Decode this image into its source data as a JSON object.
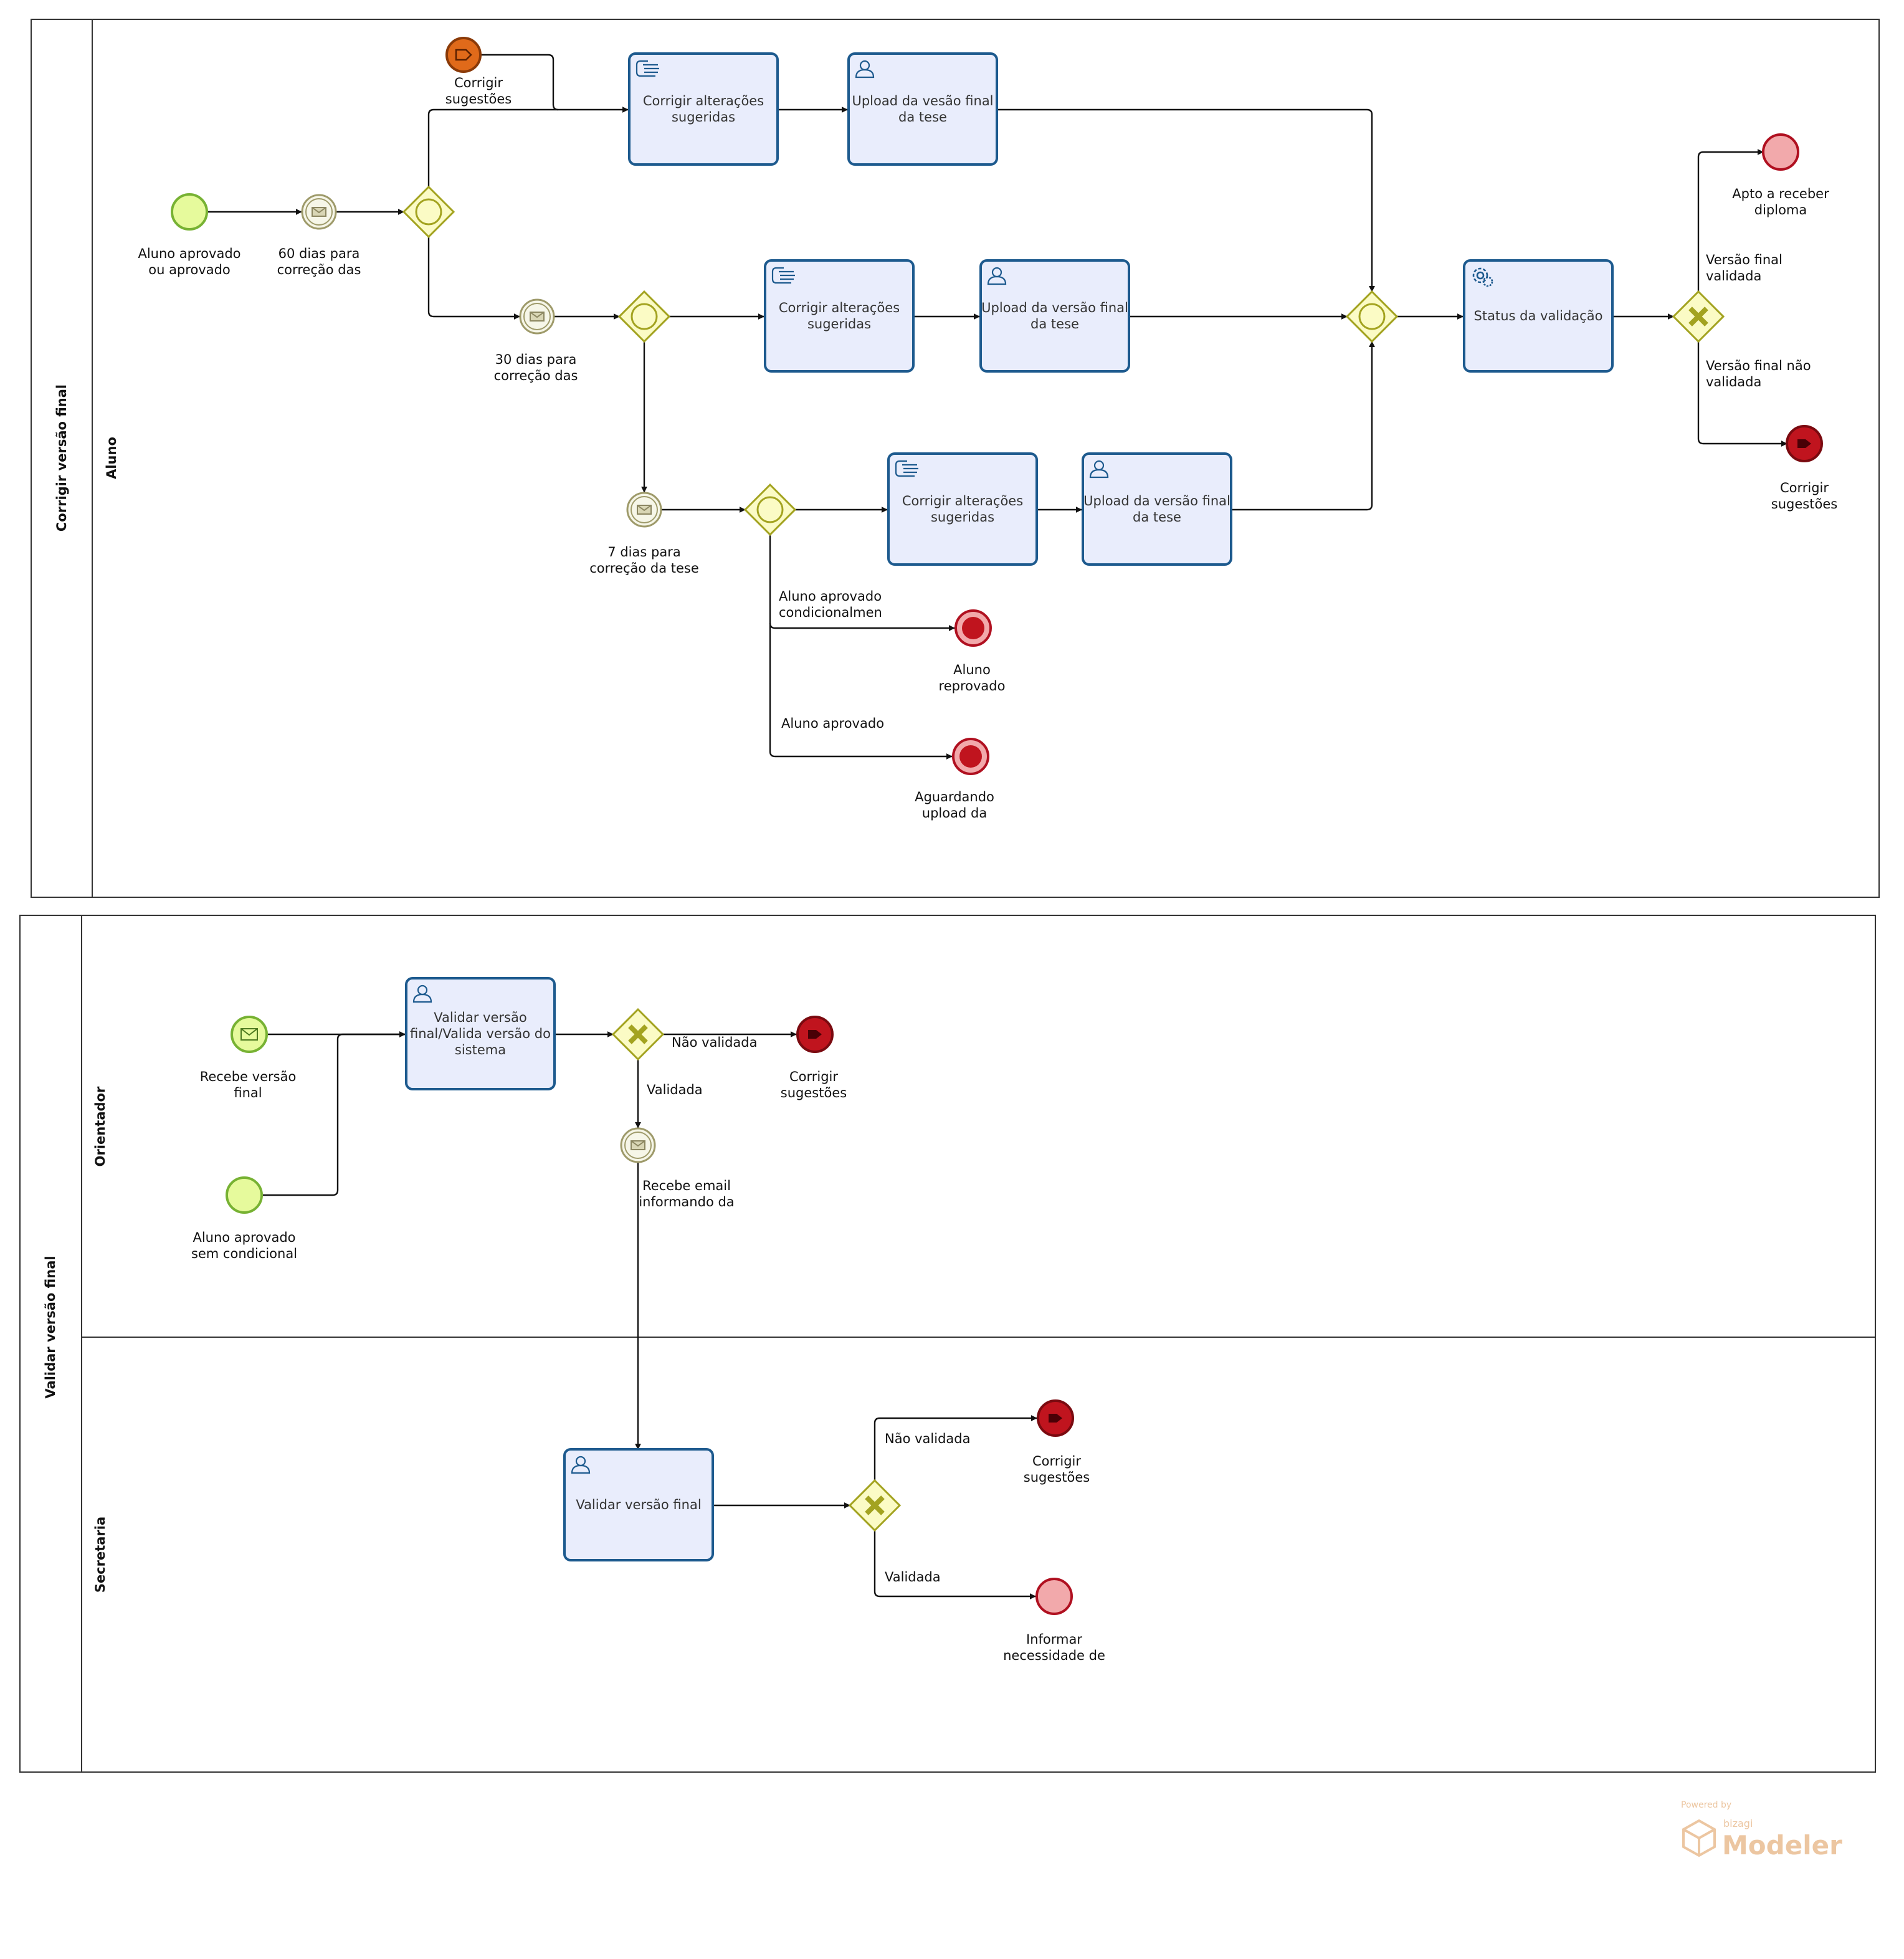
{
  "pools": {
    "corrigir": "Corrigir versão final",
    "validar": "Validar versão final"
  },
  "lanes": {
    "aluno": "Aluno",
    "orientador": "Orientador",
    "secretaria": "Secretaria"
  },
  "tasks": [
    {
      "id": "t1",
      "type": "manual",
      "lines": [
        "Corrigir alterações",
        "sugeridas"
      ]
    },
    {
      "id": "t2",
      "type": "user",
      "lines": [
        "Upload da vesão final",
        "da tese"
      ]
    },
    {
      "id": "t3",
      "type": "manual",
      "lines": [
        "Corrigir alterações",
        "sugeridas"
      ]
    },
    {
      "id": "t4",
      "type": "user",
      "lines": [
        "Upload da versão final",
        "da tese"
      ]
    },
    {
      "id": "t5",
      "type": "manual",
      "lines": [
        "Corrigir alterações",
        "sugeridas"
      ]
    },
    {
      "id": "t6",
      "type": "user",
      "lines": [
        "Upload da versão final",
        "da tese"
      ]
    },
    {
      "id": "t7",
      "type": "service",
      "lines": [
        "Status da validação"
      ]
    },
    {
      "id": "t8",
      "type": "user",
      "lines": [
        "Validar versão",
        "final/Valida versão do",
        "sistema"
      ]
    },
    {
      "id": "t9",
      "type": "user",
      "lines": [
        "Validar versão final"
      ]
    }
  ],
  "events": [
    {
      "id": "e_esc",
      "kind": "escalation-start",
      "lines": [
        "Corrigir",
        "sugestões"
      ]
    },
    {
      "id": "e_start1",
      "kind": "start",
      "lines": [
        "Aluno aprovado",
        "ou aprovado"
      ]
    },
    {
      "id": "e_m60",
      "kind": "message-intermediate",
      "lines": [
        "60 dias para",
        "correção das"
      ]
    },
    {
      "id": "e_m30",
      "kind": "message-intermediate",
      "lines": [
        "30 dias para",
        "correção das"
      ]
    },
    {
      "id": "e_m7",
      "kind": "message-intermediate",
      "lines": [
        "7 dias para",
        "correção da tese"
      ]
    },
    {
      "id": "e_reprov",
      "kind": "terminate-end",
      "lines": [
        "Aluno",
        "reprovado"
      ]
    },
    {
      "id": "e_aguard",
      "kind": "terminate-end",
      "lines": [
        "Aguardando",
        "upload da"
      ]
    },
    {
      "id": "e_apto",
      "kind": "end",
      "lines": [
        "Apto a receber",
        "diploma"
      ]
    },
    {
      "id": "e_corr1",
      "kind": "signal-end",
      "lines": [
        "Corrigir",
        "sugestões"
      ]
    },
    {
      "id": "e_recebe",
      "kind": "message-start",
      "lines": [
        "Recebe versão",
        "final"
      ]
    },
    {
      "id": "e_start2",
      "kind": "start",
      "lines": [
        "Aluno aprovado",
        "sem condicional"
      ]
    },
    {
      "id": "e_corr2",
      "kind": "signal-end",
      "lines": [
        "Corrigir",
        "sugestões"
      ]
    },
    {
      "id": "e_email",
      "kind": "message-intermediate",
      "lines": [
        "Recebe email",
        "informando da"
      ]
    },
    {
      "id": "e_corr3",
      "kind": "signal-end",
      "lines": [
        "Corrigir",
        "sugestões"
      ]
    },
    {
      "id": "e_inform",
      "kind": "end",
      "lines": [
        "Informar",
        "necessidade de"
      ]
    }
  ],
  "flow_labels": [
    {
      "id": "f_cond",
      "lines": [
        "Aluno aprovado",
        "condicionalmen"
      ]
    },
    {
      "id": "f_aprov",
      "lines": [
        "Aluno aprovado"
      ]
    },
    {
      "id": "f_vfv",
      "lines": [
        "Versão final",
        "validada"
      ]
    },
    {
      "id": "f_vfnv",
      "lines": [
        "Versão final não",
        "validada"
      ]
    },
    {
      "id": "f_nv1",
      "lines": [
        "Não validada"
      ]
    },
    {
      "id": "f_v1",
      "lines": [
        "Validada"
      ]
    },
    {
      "id": "f_nv2",
      "lines": [
        "Não validada"
      ]
    },
    {
      "id": "f_v2",
      "lines": [
        "Validada"
      ]
    }
  ],
  "watermark": {
    "powered": "Powered by",
    "brand": "bizagi",
    "product": "Modeler"
  },
  "colors": {
    "task_fill": "#e9edfc",
    "task_stroke": "#1d5a8e",
    "gateway_fill": "#fbfbc5",
    "gateway_stroke": "#a3a320",
    "start_fill": "#e6fa9c",
    "start_stroke": "#77b233",
    "end_fill": "#f2a9ab",
    "end_stroke": "#b01020",
    "terminate_fill": "#c0141e",
    "escalation_fill": "#e06a1a"
  }
}
